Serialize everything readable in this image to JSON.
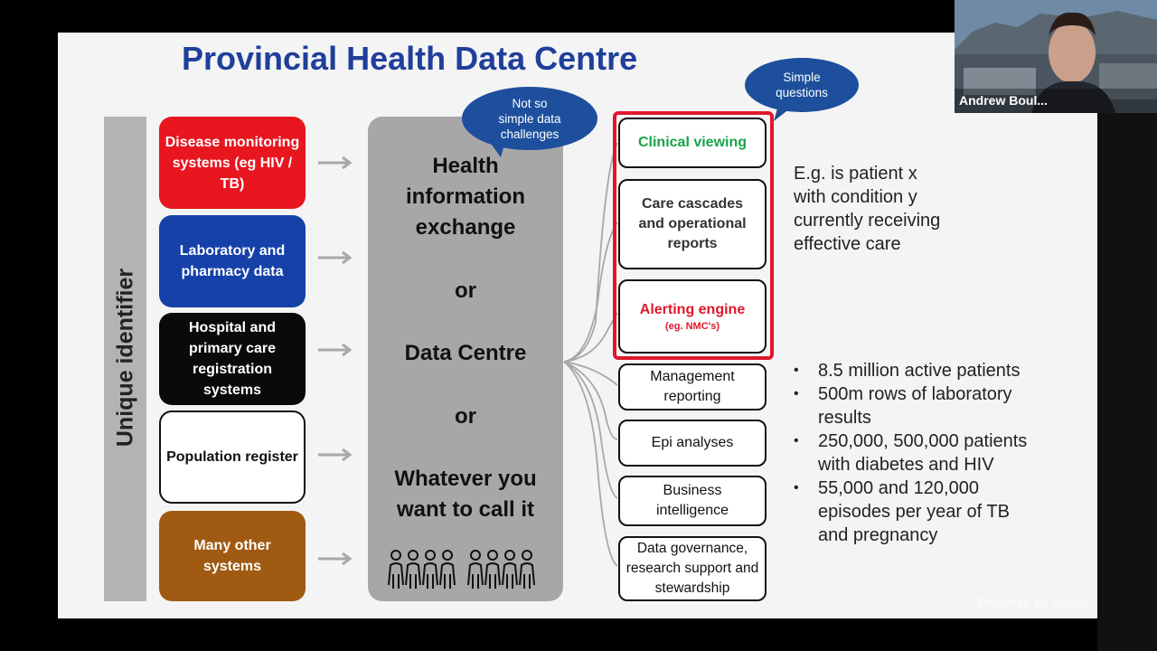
{
  "slide": {
    "title": "Provincial Health Data Centre",
    "unique_identifier": "Unique identifier",
    "sources": [
      {
        "label": "Disease monitoring systems (eg HIV / TB)",
        "bg": "#e8161f",
        "fg": "#ffffff"
      },
      {
        "label": "Laboratory and pharmacy data",
        "bg": "#1541a8",
        "fg": "#ffffff"
      },
      {
        "label": "Hospital and primary care registration systems",
        "bg": "#0a0a0a",
        "fg": "#ffffff"
      },
      {
        "label": "Population register",
        "bg": "#ffffff",
        "fg": "#111111"
      },
      {
        "label": "Many other systems",
        "bg": "#a05a12",
        "fg": "#ffffff"
      }
    ],
    "hub": {
      "line1": "Health",
      "line2": "information",
      "line3": "exchange",
      "or1": "or",
      "line4": "Data Centre",
      "or2": "or",
      "line5": "Whatever you",
      "line6": "want to call it"
    },
    "bubble_left": {
      "line1": "Not so",
      "line2": "simple data",
      "line3": "challenges"
    },
    "bubble_right": {
      "line1": "Simple",
      "line2": "questions"
    },
    "outputs": {
      "clinical_viewing": "Clinical viewing",
      "care_cascades": "Care cascades and operational reports",
      "alerting_engine": "Alerting engine",
      "alerting_sub": "(eg. NMC's)",
      "management_reporting": "Management reporting",
      "epi_analyses": "Epi analyses",
      "business_intelligence": "Business intelligence",
      "data_governance": "Data governance, research support and stewardship"
    },
    "example_text": "E.g. is patient x with condition y currently receiving effective care",
    "bullets": [
      "8.5 million active patients",
      "500m rows of laboratory results",
      "250,000, 500,000 patients with diabetes and HIV",
      "55,000 and 120,000 episodes per year of TB and pregnancy"
    ]
  },
  "video": {
    "participant_name": "Andrew Boul..."
  },
  "watermark": "Powered by Zoom",
  "colors": {
    "title": "#1f3f9a",
    "bubble": "#1d4f9c",
    "green": "#1aa34a",
    "red": "#e0172b"
  }
}
